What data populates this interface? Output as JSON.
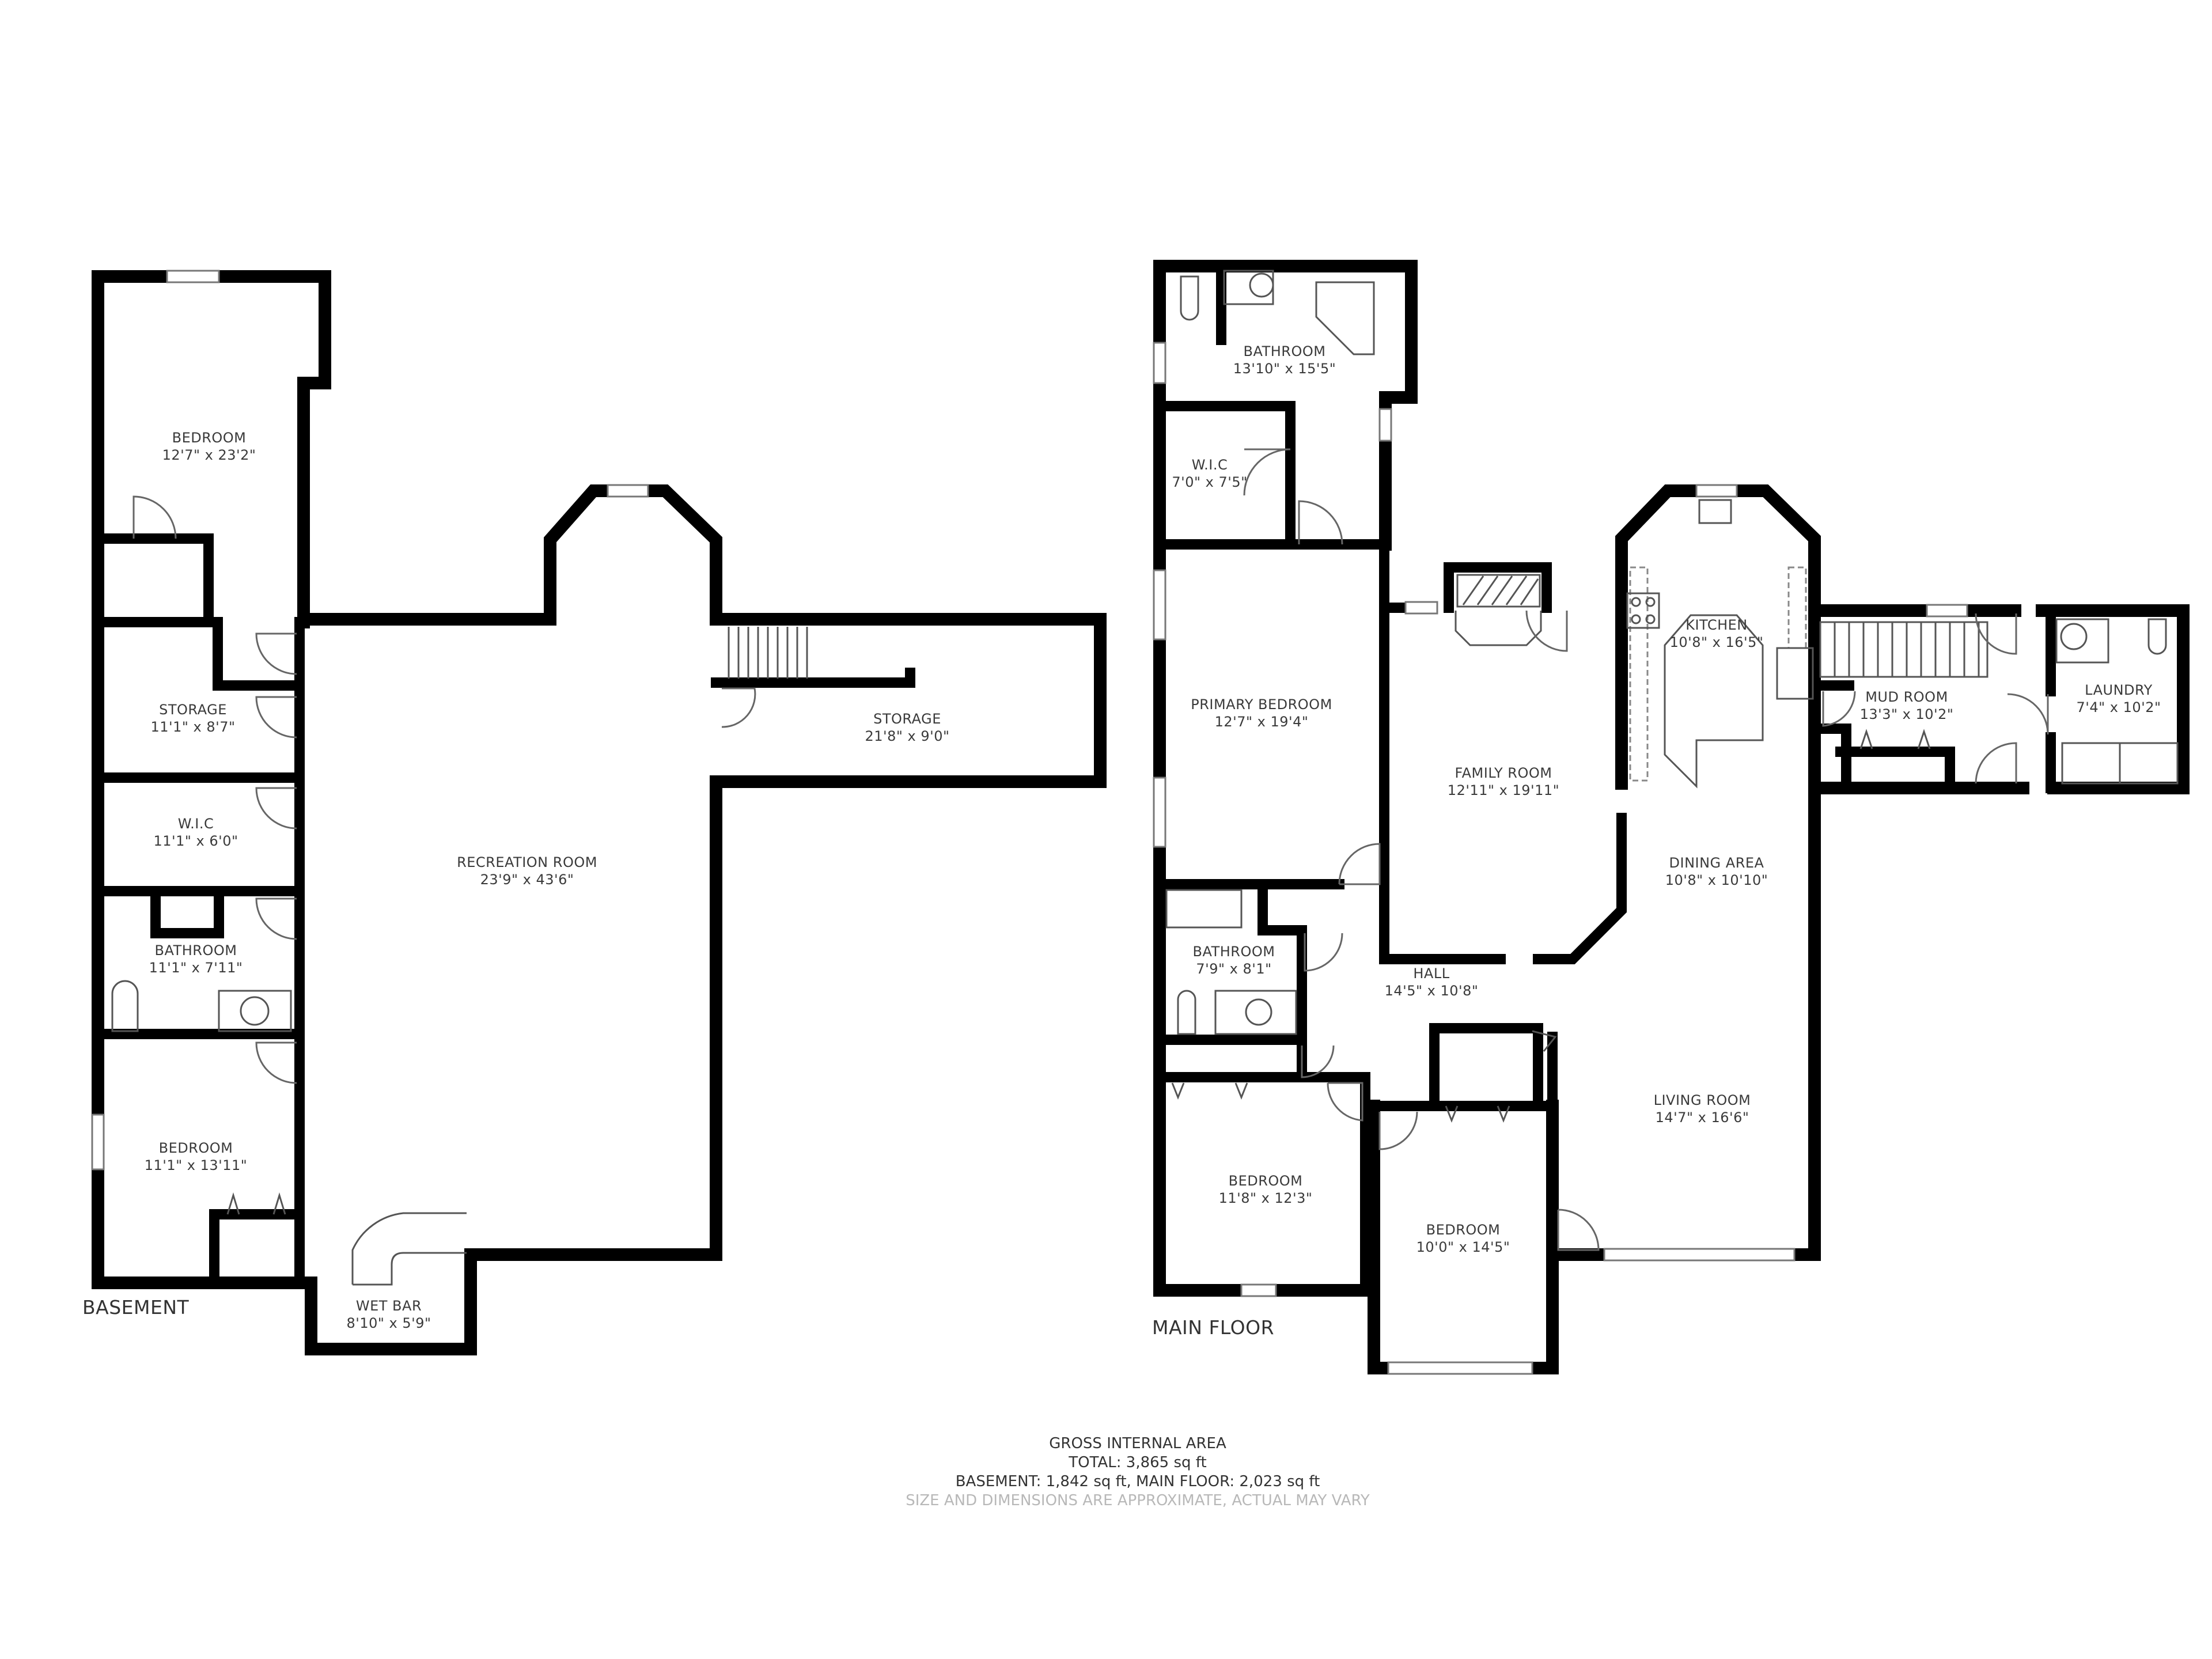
{
  "floors": {
    "basement": {
      "label": "BASEMENT",
      "rooms": [
        {
          "name": "BEDROOM",
          "dims": "12'7\" x 23'2\""
        },
        {
          "name": "STORAGE",
          "dims": "11'1\" x 8'7\""
        },
        {
          "name": "W.I.C",
          "dims": "11'1\" x 6'0\""
        },
        {
          "name": "BATHROOM",
          "dims": "11'1\" x 7'11\""
        },
        {
          "name": "BEDROOM",
          "dims": "11'1\" x 13'11\""
        },
        {
          "name": "RECREATION ROOM",
          "dims": "23'9\" x 43'6\""
        },
        {
          "name": "STORAGE",
          "dims": "21'8\" x 9'0\""
        },
        {
          "name": "WET BAR",
          "dims": "8'10\" x 5'9\""
        }
      ]
    },
    "main_floor": {
      "label": "MAIN FLOOR",
      "rooms": [
        {
          "name": "BATHROOM",
          "dims": "13'10\" x 15'5\""
        },
        {
          "name": "W.I.C",
          "dims": "7'0\" x 7'5\""
        },
        {
          "name": "PRIMARY BEDROOM",
          "dims": "12'7\" x 19'4\""
        },
        {
          "name": "FAMILY ROOM",
          "dims": "12'11\" x 19'11\""
        },
        {
          "name": "KITCHEN",
          "dims": "10'8\" x 16'5\""
        },
        {
          "name": "MUD ROOM",
          "dims": "13'3\" x 10'2\""
        },
        {
          "name": "LAUNDRY",
          "dims": "7'4\" x 10'2\""
        },
        {
          "name": "DINING AREA",
          "dims": "10'8\" x 10'10\""
        },
        {
          "name": "BATHROOM",
          "dims": "7'9\" x 8'1\""
        },
        {
          "name": "HALL",
          "dims": "14'5\" x 10'8\""
        },
        {
          "name": "LIVING ROOM",
          "dims": "14'7\" x 16'6\""
        },
        {
          "name": "BEDROOM",
          "dims": "11'8\" x 12'3\""
        },
        {
          "name": "BEDROOM",
          "dims": "10'0\" x 14'5\""
        }
      ]
    }
  },
  "footer": {
    "title": "GROSS INTERNAL AREA",
    "total": "TOTAL: 3,865 sq ft",
    "breakdown": "BASEMENT: 1,842 sq ft, MAIN FLOOR: 2,023 sq ft",
    "disclaimer": "SIZE AND DIMENSIONS ARE APPROXIMATE, ACTUAL MAY VARY"
  }
}
